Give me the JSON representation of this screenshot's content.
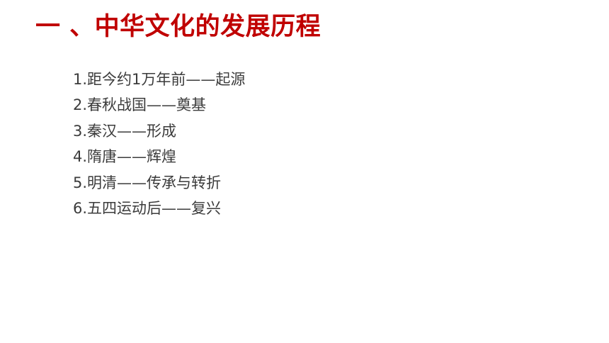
{
  "slide": {
    "title": "一 、中华文化的发展历程",
    "items": [
      "1.距今约1万年前——起源",
      "2.春秋战国——奠基",
      "3.秦汉——形成",
      "4.隋唐——辉煌",
      "5.明清——传承与转折",
      "6.五四运动后——复兴"
    ]
  },
  "colors": {
    "title": "#c00000",
    "body_text": "#3b3b3b",
    "background": "#ffffff"
  }
}
